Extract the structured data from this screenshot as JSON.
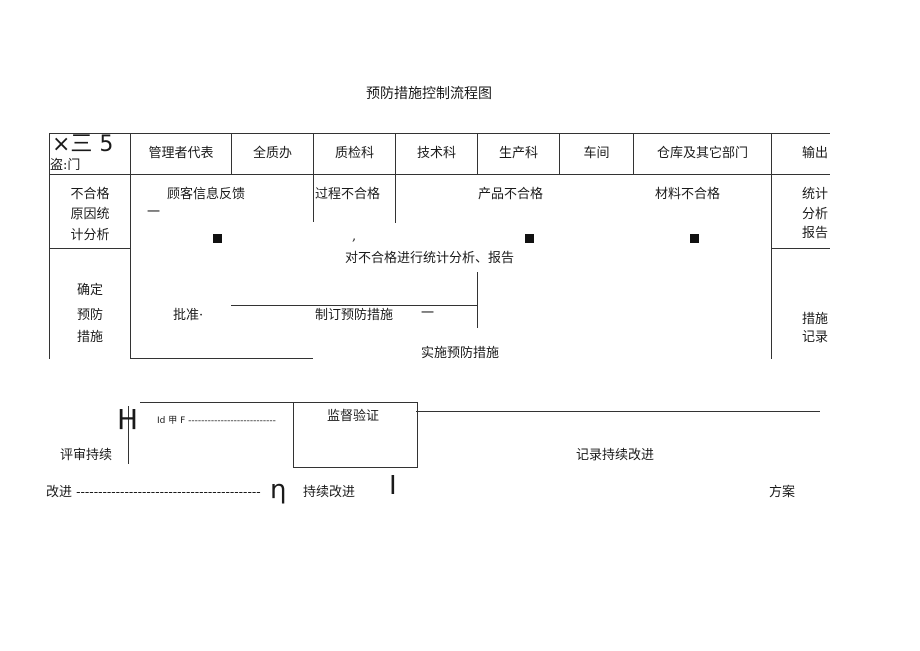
{
  "title": "预防措施控制流程图",
  "header": {
    "corner_big": "×三 5",
    "corner_small": "盗:门",
    "cols": [
      "管理者代表",
      "全质办",
      "质检科",
      "技术科",
      "生产科",
      "车间",
      "仓库及其它部门",
      "输出"
    ]
  },
  "row1": {
    "left": [
      "不合格",
      "原因统",
      "计分析"
    ],
    "customer_feedback": "顾客信息反馈",
    "dash": "一",
    "process_nc": "过程不合格",
    "product_nc": "产品不合格",
    "material_nc": "材料不合格",
    "right": [
      "统计",
      "分析",
      "报告"
    ],
    "comma": ",",
    "analysis": "对不合格进行统计分析、报告"
  },
  "row2": {
    "left": [
      "确定",
      "预防",
      "措施"
    ],
    "approve": "批准·",
    "formulate": "制订预防措施",
    "dash": "一",
    "implement": "实施预防措施",
    "right": [
      "措施",
      "记录"
    ]
  },
  "lower": {
    "big_h": "H",
    "small_label": "Id 甲 F ---------------------------",
    "supervise": "监督验证",
    "review": "评审持续",
    "record_ci": "记录持续改进",
    "improve_left": "改进 ------------------------------------------",
    "eta": "η",
    "ci": "持续改进",
    "bar": "I",
    "plan": "方案"
  }
}
